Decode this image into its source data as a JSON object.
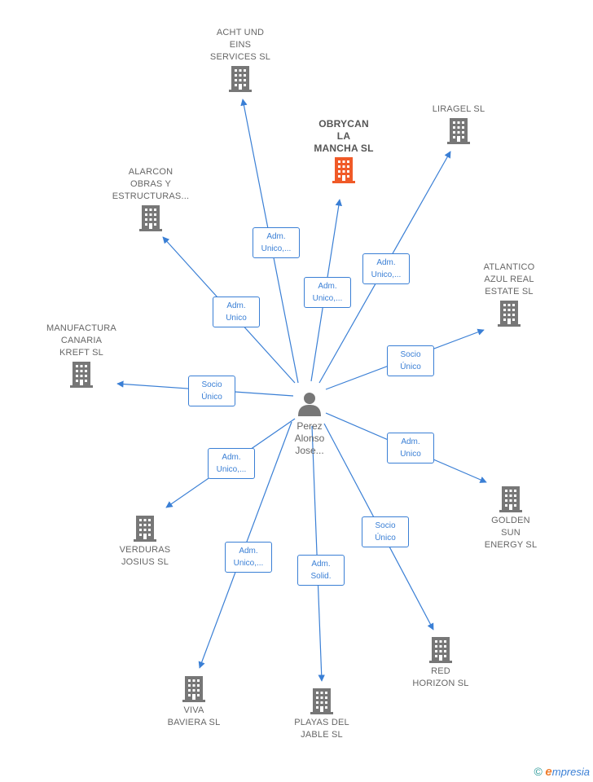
{
  "colors": {
    "edge": "#3a7fd5",
    "building": "#777777",
    "highlight": "#f05a28",
    "person": "#777777"
  },
  "center": {
    "name": "Perez\nAlonso\nJose...",
    "icon": "person-icon"
  },
  "companies": [
    {
      "id": "acht",
      "name": "ACHT UND\nEINS\nSERVICES SL",
      "highlight": false
    },
    {
      "id": "obrycan",
      "name": "OBRYCAN\nLA\nMANCHA SL",
      "highlight": true
    },
    {
      "id": "liragel",
      "name": "LIRAGEL SL",
      "highlight": false
    },
    {
      "id": "alarcon",
      "name": "ALARCON\nOBRAS Y\nESTRUCTURAS...",
      "highlight": false
    },
    {
      "id": "atlantico",
      "name": "ATLANTICO\nAZUL REAL\nESTATE SL",
      "highlight": false
    },
    {
      "id": "manufactura",
      "name": "MANUFACTURA\nCANARIA\nKREFT SL",
      "highlight": false
    },
    {
      "id": "golden",
      "name": "GOLDEN\nSUN\nENERGY SL",
      "highlight": false
    },
    {
      "id": "verduras",
      "name": "VERDURAS\nJOSIUS SL",
      "highlight": false
    },
    {
      "id": "red",
      "name": "RED\nHORIZON SL",
      "highlight": false
    },
    {
      "id": "viva",
      "name": "VIVA\nBAVIERA SL",
      "highlight": false
    },
    {
      "id": "playas",
      "name": "PLAYAS DEL\nJABLE SL",
      "highlight": false
    }
  ],
  "edges": [
    {
      "to": "acht",
      "label": "Adm.\nUnico,..."
    },
    {
      "to": "obrycan",
      "label": "Adm.\nUnico,..."
    },
    {
      "to": "liragel",
      "label": "Adm.\nUnico,..."
    },
    {
      "to": "alarcon",
      "label": "Adm.\nUnico"
    },
    {
      "to": "atlantico",
      "label": "Socio\nÚnico"
    },
    {
      "to": "manufactura",
      "label": "Socio\nÚnico"
    },
    {
      "to": "golden",
      "label": "Adm.\nUnico"
    },
    {
      "to": "verduras",
      "label": "Adm.\nUnico,..."
    },
    {
      "to": "red",
      "label": "Socio\nÚnico"
    },
    {
      "to": "viva",
      "label": "Adm.\nUnico,..."
    },
    {
      "to": "playas",
      "label": "Adm.\nSolid."
    }
  ],
  "footer": {
    "copyright": "©",
    "brand_initial": "e",
    "brand_rest": "mpresia"
  }
}
